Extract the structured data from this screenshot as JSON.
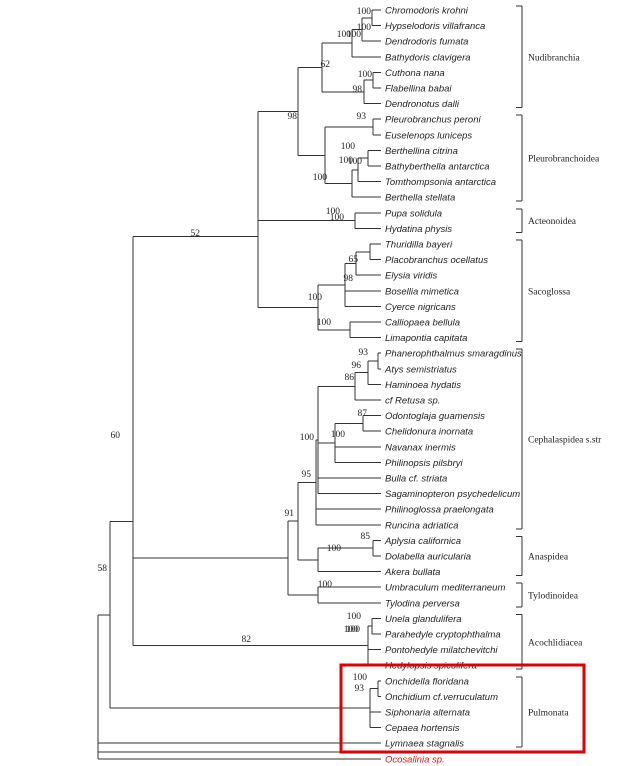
{
  "taxa": [
    "Chromodoris krohni",
    "Hypselodoris villafranca",
    "Dendrodoris fumata",
    "Bathydoris clavigera",
    "Cuthona nana",
    "Flabellina babai",
    "Dendronotus dalli",
    "Pleurobranchus peroni",
    "Euselenops luniceps",
    "Berthellina citrina",
    "Bathyberthella antarctica",
    "Tomthompsonia antarctica",
    "Berthella stellata",
    "Pupa solidula",
    "Hydatina physis",
    "Thuridilla bayeri",
    "Placobranchus ocellatus",
    "Elysia viridis",
    "Bosellia mimetica",
    "Cyerce nigricans",
    "Calliopaea bellula",
    "Limapontia capitata",
    "Phanerophthalmus smaragdinus",
    "Atys semistriatus",
    "Haminoea hydatis",
    "cf Retusa sp.",
    "Odontoglaja guamensis",
    "Chelidonura inornata",
    "Navanax inermis",
    "Philinopsis pilsbryi",
    "Bulla cf. striata",
    "Sagaminopteron psychedelicum",
    "Philinoglossa praelongata",
    "Runcina adriatica",
    "Aplysia californica",
    "Dolabella auricularia",
    "Akera bullata",
    "Umbraculum mediterraneum",
    "Tylodina perversa",
    "Unela glandulifera",
    "Parahedyle cryptophthalma",
    "Pontohedyle milatchevitchi",
    "Hedylopsis spiculifera",
    "Onchidella floridana",
    "Onchidium cf.verruculatum",
    "Siphonaria alternata",
    "Cepaea hortensis",
    "Lymnaea stagnalis",
    "Ocosalinia sp."
  ],
  "groups": [
    "Nudibranchia",
    "Pleurobranchoidea",
    "Acteonoidea",
    "Sacoglossa",
    "Cephalaspidea s.str",
    "Anaspidea",
    "Tylodinoidea",
    "Acochlidiacea",
    "Pulmonata"
  ],
  "support": [
    "100",
    "100",
    "100",
    "100",
    "100",
    "98",
    "62",
    "93",
    "100",
    "100",
    "100",
    "100",
    "98",
    "100",
    "100",
    "52",
    "65",
    "98",
    "100",
    "100",
    "93",
    "96",
    "86",
    "87",
    "100",
    "100",
    "95",
    "91",
    "85",
    "100",
    "100",
    "60",
    "100",
    "100",
    "100",
    "82",
    "100",
    "93",
    "58"
  ],
  "highlight_color": "#e00000"
}
